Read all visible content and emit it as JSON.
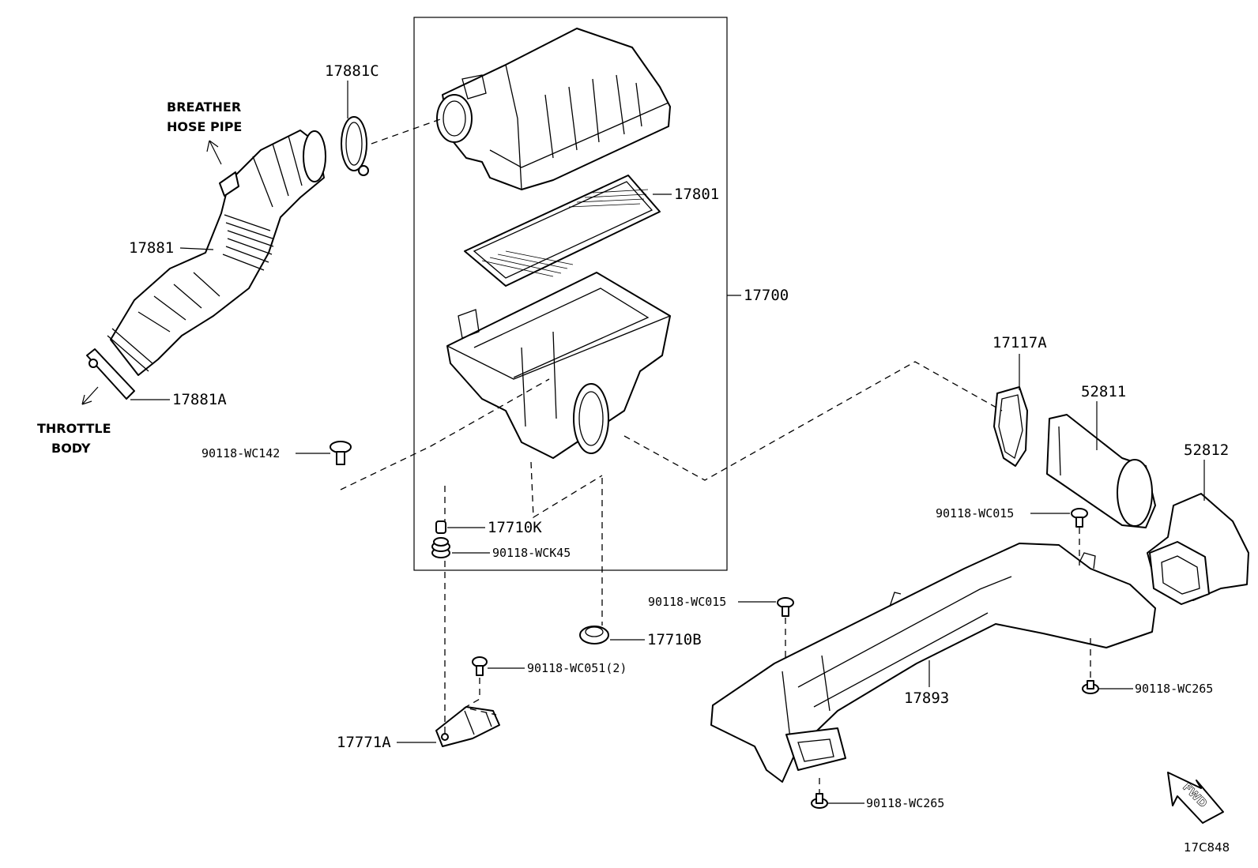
{
  "notes": {
    "breather_line1": "BREATHER",
    "breather_line2": "HOSE PIPE",
    "throttle_line1": "THROTTLE",
    "throttle_line2": "BODY",
    "fwd": "FWD"
  },
  "parts": {
    "p17881C": "17881C",
    "p17881": "17881",
    "p17881A": "17881A",
    "p17801": "17801",
    "p17700": "17700",
    "p90118WC142": "90118-WC142",
    "p17710K": "17710K",
    "p90118WCK45": "90118-WCK45",
    "p17710B": "17710B",
    "p90118WC051": "90118-WC051(2)",
    "p17771A": "17771A",
    "p17117A": "17117A",
    "p52811": "52811",
    "p52812": "52812",
    "p90118WC015a": "90118-WC015",
    "p90118WC015b": "90118-WC015",
    "p17893": "17893",
    "p90118WC265a": "90118-WC265",
    "p90118WC265b": "90118-WC265"
  },
  "diagram_id": "17C848"
}
